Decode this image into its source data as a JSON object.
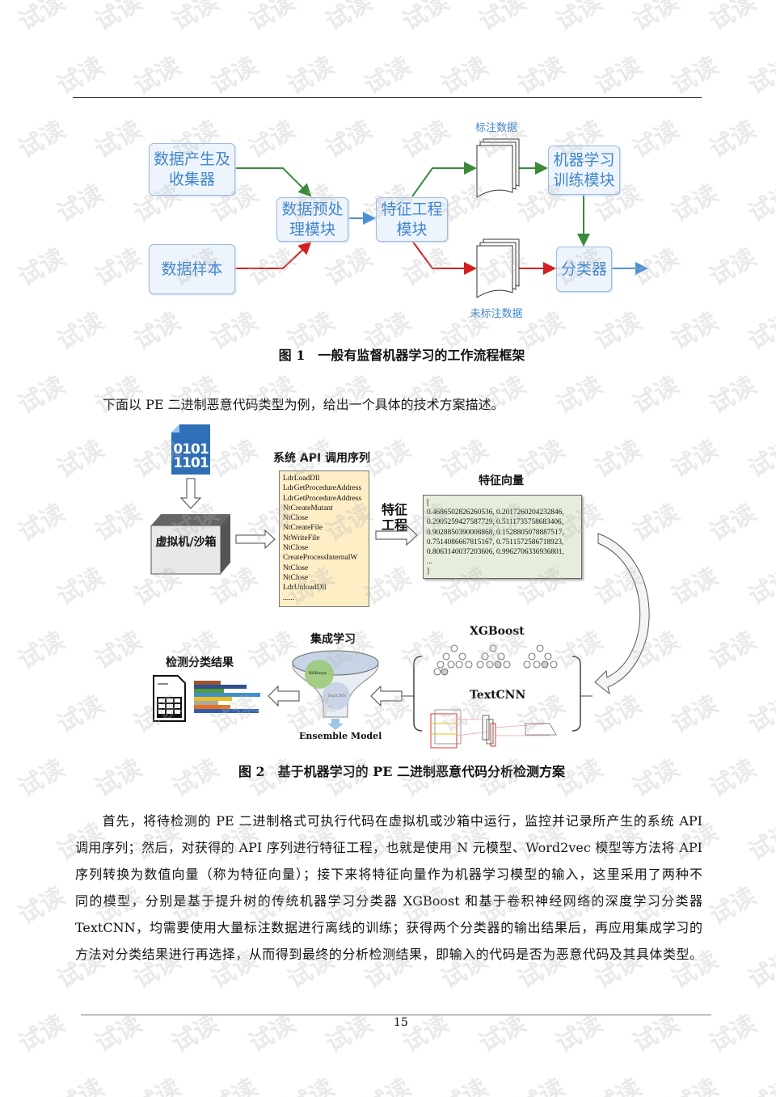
{
  "watermark": "试读",
  "figure1": {
    "boxes": {
      "data_generation": "数据产生及收集器",
      "data_sample": "数据样本",
      "preprocess": "数据预处理模块",
      "feature_engineering": "特征工程模块",
      "ml_training": "机器学习训练模块",
      "classifier": "分类器"
    },
    "labeled_data": "标注数据",
    "unlabeled_data": "未标注数据",
    "caption": "图 1　一般有监督机器学习的工作流程框架",
    "colors": {
      "green": "#3a8a3a",
      "red": "#d42020",
      "blue": "#4a90d9"
    }
  },
  "intro": "下面以 PE 二进制恶意代码类型为例，给出一个具体的技术方案描述。",
  "figure2": {
    "binary_icon": "0101 1101",
    "vm_label": "虚拟机/沙箱",
    "api_title": "系统 API 调用序列",
    "api_calls": [
      "LdrLoadDll",
      "LdrGetProcedureAddress",
      "LdrGetProcedureAddress",
      "NtCreateMutant",
      "NtClose",
      "NtCreateFile",
      "NtWriteFile",
      "NtClose",
      "CreateProcessInternalW",
      "NtClose",
      "NtClose",
      "LdrUnloadDll",
      "......"
    ],
    "feature_eng_label": "特征工程",
    "vector_title": "特征向量",
    "vector_lines": [
      "[",
      "0.4686502826260536, 0.2017260204232846,",
      "0.2905259427587729, 0.5111735758683406,",
      "0.9028850390008868, 0.1528805078887517,",
      "0.7514086667815167, 0.7511572586718923,",
      "0.8063140037203606, 0.9962706336936801,",
      "...",
      "]"
    ],
    "xgboost": "XGBoost",
    "textcnn": "TextCNN",
    "ensemble_title": "集成学习",
    "ensemble_xgb": "XGBoost",
    "ensemble_textcnn": "TextCNN",
    "ensemble_model": "Ensemble Model",
    "result_title": "检测分类结果",
    "caption": "图 2　基于机器学习的 PE 二进制恶意代码分析检测方案"
  },
  "body_lines": [
    "　　首先，将待检测的 PE 二进制格式可执行代码在虚拟机或沙箱中运行，监控并记录所产生的系统 API",
    "调用序列；然后，对获得的 API 序列进行特征工程，也就是使用 N 元模型、Word2vec 模型等方法将 API",
    "序列转换为数值向量（称为特征向量）；接下来将特征向量作为机器学习模型的输入，这里采用了两种不",
    "同的模型，分别是基于提升树的传统机器学习分类器 XGBoost 和基于卷积神经网络的深度学习分类器",
    "TextCNN，均需要使用大量标注数据进行离线的训练；获得两个分类器的输出结果后，再应用集成学习的",
    "方法对分类结果进行再选择，从而得到最终的分析检测结果，即输入的代码是否为恶意代码及其具体类型。"
  ],
  "page_number": "15"
}
